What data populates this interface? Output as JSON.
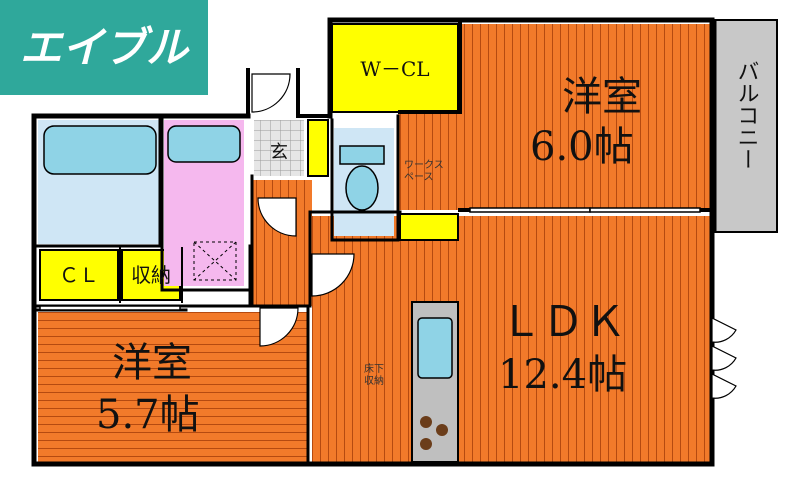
{
  "logo": {
    "text": "エイブル",
    "bg_color": "#2fa89b",
    "text_color": "#ffffff"
  },
  "rooms": {
    "western_room_1": {
      "name": "洋室",
      "size": "6.0帖"
    },
    "western_room_2": {
      "name": "洋室",
      "size": "5.7帖"
    },
    "ldk": {
      "name": "ＬＤＫ",
      "size": "12.4帖"
    },
    "walk_in_closet": {
      "name": "W－CL"
    },
    "closet": {
      "name": "ＣＬ"
    },
    "storage": {
      "name": "収納"
    },
    "entrance": {
      "name": "玄"
    },
    "work_space": {
      "name": "ワークス\nペース"
    },
    "underfloor_storage": {
      "name": "床下\n収納"
    },
    "balcony": {
      "name": "バルコニー"
    }
  },
  "colors": {
    "floor": "#f27a2a",
    "closet": "#ffff00",
    "wet_area": "#cfe6f5",
    "wash_room": "#f5b8ee",
    "fixture": "#8fd3e6",
    "balcony": "#c8c8c8",
    "wall": "#000000"
  }
}
